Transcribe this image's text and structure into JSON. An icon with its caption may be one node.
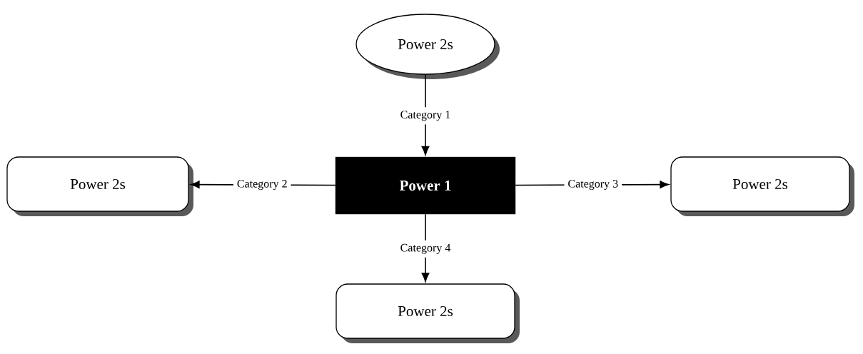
{
  "diagram": {
    "nodes": [
      {
        "text": [
          "Power 1"
        ]
      },
      {
        "text": [
          "Power 2s"
        ]
      },
      {
        "text": [
          "Power 2s"
        ]
      },
      {
        "text": [
          "Power 2s"
        ]
      },
      {
        "text": [
          "Power 2s"
        ]
      }
    ],
    "edges": [
      {
        "from": 1,
        "to": 0,
        "arrow": "to",
        "label": "Category 1"
      },
      {
        "from": 0,
        "to": 2,
        "arrow": "to",
        "label": "Category 2"
      },
      {
        "from": 0,
        "to": 3,
        "arrow": "to",
        "label": "Category 3"
      },
      {
        "from": 0,
        "to": 4,
        "arrow": "to",
        "label": "Category 4"
      }
    ]
  }
}
